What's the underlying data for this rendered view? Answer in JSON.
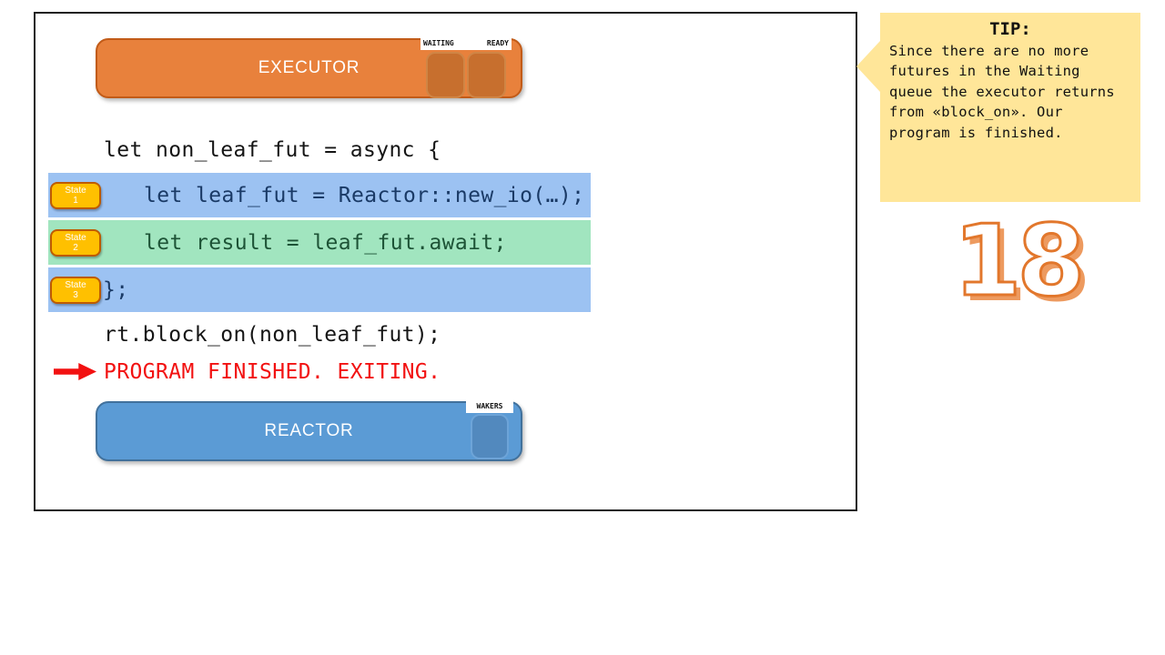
{
  "executor": {
    "label": "EXECUTOR",
    "queues": [
      {
        "label": "WAITING"
      },
      {
        "label": "READY"
      }
    ]
  },
  "reactor": {
    "label": "REACTOR",
    "queues": [
      {
        "label": "WAKERS"
      }
    ]
  },
  "code": {
    "line1": "let non_leaf_fut = async {",
    "rows": [
      {
        "state_label": "State",
        "state_num": "1",
        "code": "let leaf_fut = Reactor::new_io(…);",
        "highlight": "blue"
      },
      {
        "state_label": "State",
        "state_num": "2",
        "code": "let result = leaf_fut.await;",
        "highlight": "green"
      },
      {
        "state_label": "State",
        "state_num": "3",
        "code": "};",
        "highlight": "blue"
      }
    ],
    "line2": "rt.block_on(non_leaf_fut);",
    "finished": "PROGRAM FINISHED. EXITING."
  },
  "tip": {
    "title": "TIP:",
    "body": "Since there are no more\nfutures in the Waiting\nqueue the executor returns\nfrom «block_on». Our\nprogram is finished."
  },
  "slide_number": "18",
  "colors": {
    "executor_fill": "#e8813c",
    "executor_border": "#c25b18",
    "reactor_fill": "#5b9bd5",
    "reactor_border": "#41719c",
    "row_blue": "#9cc2f2",
    "row_green": "#a1e5bf",
    "code_navy": "#1a3a66",
    "code_green": "#1d5336",
    "state_badge": "#ffc000",
    "state_badge_border": "#be5b00",
    "finished_red": "#f21111",
    "tip_yellow": "#ffe699",
    "number_orange": "#e2772c"
  }
}
